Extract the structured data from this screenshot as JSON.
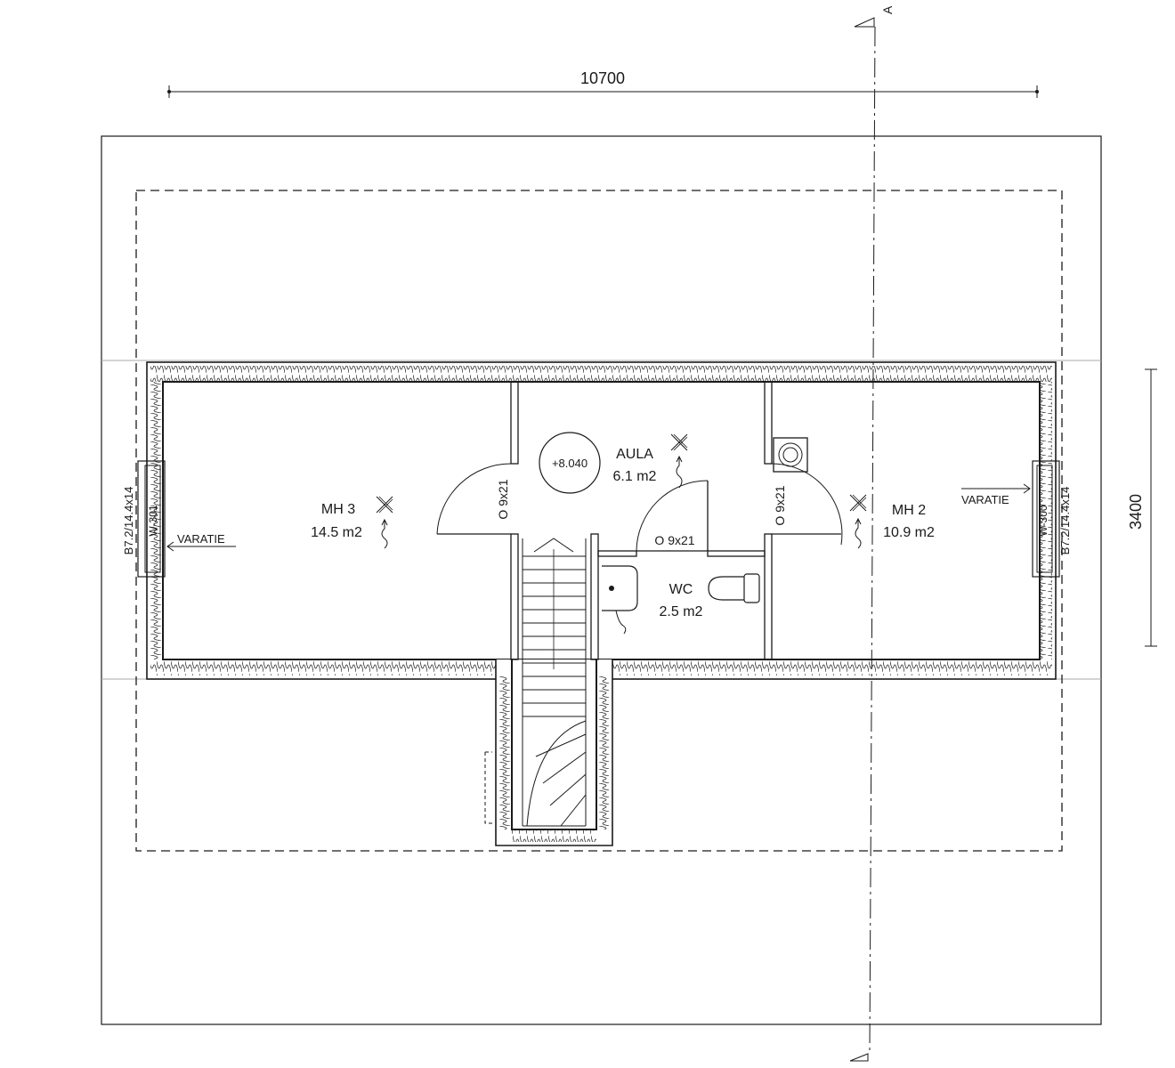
{
  "section_marker": {
    "label": "A"
  },
  "dimensions": {
    "overall_width": "10700",
    "depth": "3400"
  },
  "rooms": {
    "mh3": {
      "name": "MH 3",
      "area": "14.5 m2"
    },
    "aula": {
      "name": "AULA",
      "area": "6.1 m2"
    },
    "mh2": {
      "name": "MH 2",
      "area": "10.9 m2"
    },
    "wc": {
      "name": "WC",
      "area": "2.5 m2"
    }
  },
  "level_marker": "+8.040",
  "doors": {
    "mh3_door": "O 9x21",
    "mh2_door": "O 9x21",
    "wc_door": "O 9x21"
  },
  "windows": {
    "left": {
      "type": "B7.2/14.4x14",
      "code": "W-301",
      "note": "VARATIE"
    },
    "right": {
      "type": "B7.2/14.4x14",
      "code": "W-300",
      "note": "VARATIE"
    }
  }
}
